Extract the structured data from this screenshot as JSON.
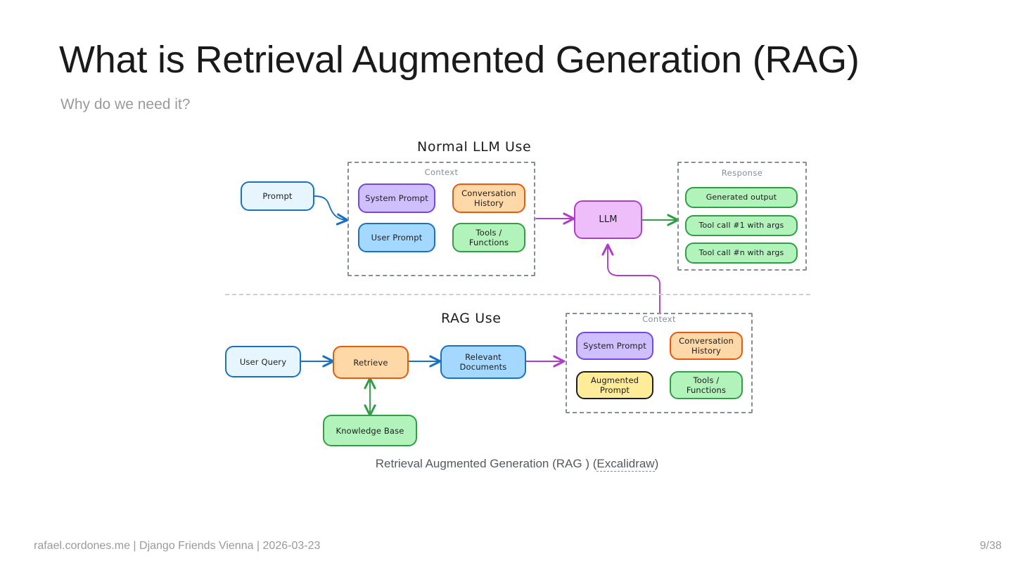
{
  "slide": {
    "title": "What is Retrieval Augmented Generation (RAG)",
    "subtitle": "Why do we need it?",
    "page_indicator": "9/38",
    "footer": "rafael.cordones.me | Django Friends Vienna | 2026-03-23"
  },
  "caption": {
    "text": "Retrieval Augmented Generation (RAG ) (",
    "link_text": "Excalidraw",
    "closing": ")"
  },
  "diagram": {
    "normal_section": {
      "title": "Normal LLM Use",
      "input_node": "Prompt",
      "context_label": "Context",
      "context_items": [
        "System Prompt",
        "Conversation History",
        "User Prompt",
        "Tools / Functions"
      ],
      "model_node": "LLM",
      "response_label": "Response",
      "response_items": [
        "Generated output",
        "Tool call #1 with args",
        "Tool call #n with args"
      ]
    },
    "rag_section": {
      "title": "RAG Use",
      "query_node": "User Query",
      "retrieve_node": "Retrieve",
      "documents_node": "Relevant Documents",
      "knowledge_node": "Knowledge Base",
      "context_label": "Context",
      "context_items": [
        "System Prompt",
        "Conversation History",
        "Augmented Prompt",
        "Tools / Functions"
      ]
    }
  },
  "colors": {
    "blue_fill": "#a5d8ff",
    "blue_stroke": "#1971c2",
    "light_blue_fill": "#e7f5ff",
    "purple_fill": "#d0bfff",
    "purple_stroke": "#7048e8",
    "orange_fill": "#ffd8a8",
    "orange_stroke": "#e8590c",
    "green_fill": "#b2f2bb",
    "green_stroke": "#2f9e44",
    "magenta_fill": "#eebefa",
    "magenta_stroke": "#ae3ec9",
    "yellow_fill": "#ffec99",
    "black_stroke": "#1e1e1e",
    "frame_stroke": "#868e96"
  }
}
